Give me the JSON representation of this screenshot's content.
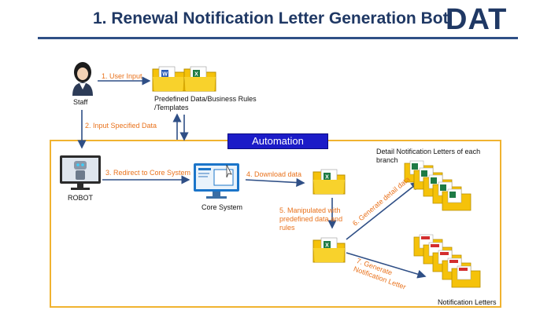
{
  "header": {
    "title": "1. Renewal Notification Letter Generation Bot",
    "logo_text": "DAT",
    "rule_color": "#2f4f86"
  },
  "automation": {
    "label": "Automation",
    "border_color": "#f0b330",
    "label_color": "#1c1cc8"
  },
  "nodes": {
    "staff": "Staff",
    "predefined": "Predefined Data/Business Rules /Templates",
    "robot": "ROBOT",
    "core_system": "Core System",
    "detail_letters": "Detail Notification Letters of each branch",
    "notification_letters": "Notification Letters"
  },
  "steps": {
    "s1": "1. User Input",
    "s2": "2. Input Specified Data",
    "s3": "3. Redirect to Core System",
    "s4": "4. Download data",
    "s5": "5. Manipulated with predefined data and rules",
    "s6": "6. Generate detail data",
    "s7": "7. Generate Notification Letter"
  },
  "icons": {
    "staff": "user-icon",
    "robot": "robot-monitor-icon",
    "core": "computer-icon",
    "folder": "excel-folder-icon",
    "pdf": "pdf-folder-icon"
  },
  "colors": {
    "step_text": "#e9721c",
    "arrow": "#2f4f86",
    "folder": "#f5c20a",
    "excel": "#1e7b45"
  }
}
